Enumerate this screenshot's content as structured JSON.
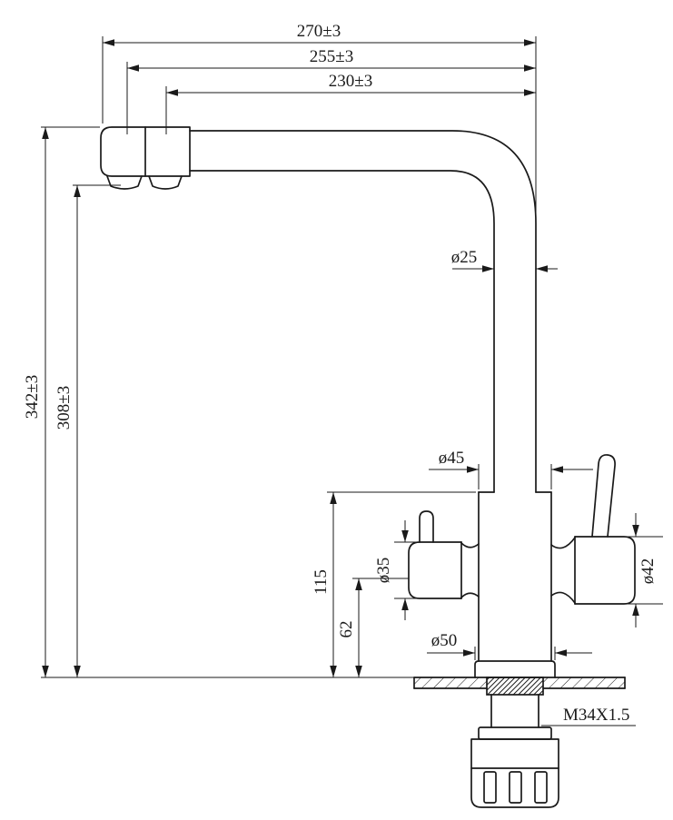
{
  "drawing": {
    "type": "technical-dimension-drawing",
    "subject": "kitchen-faucet-side-view",
    "colors": {
      "line": "#1a1a1a",
      "background": "#ffffff"
    },
    "dimensions": {
      "overall_width": "270±3",
      "middle_width": "255±3",
      "inner_width": "230±3",
      "overall_height": "342±3",
      "spout_height": "308±3",
      "spout_pipe_diameter": "ø25",
      "body_diameter": "ø45",
      "body_top_height": "115",
      "handle_axis_height": "62",
      "left_handle_diameter": "ø35",
      "right_handle_diameter": "ø42",
      "base_diameter": "ø50",
      "thread_spec": "M34X1.5"
    }
  }
}
